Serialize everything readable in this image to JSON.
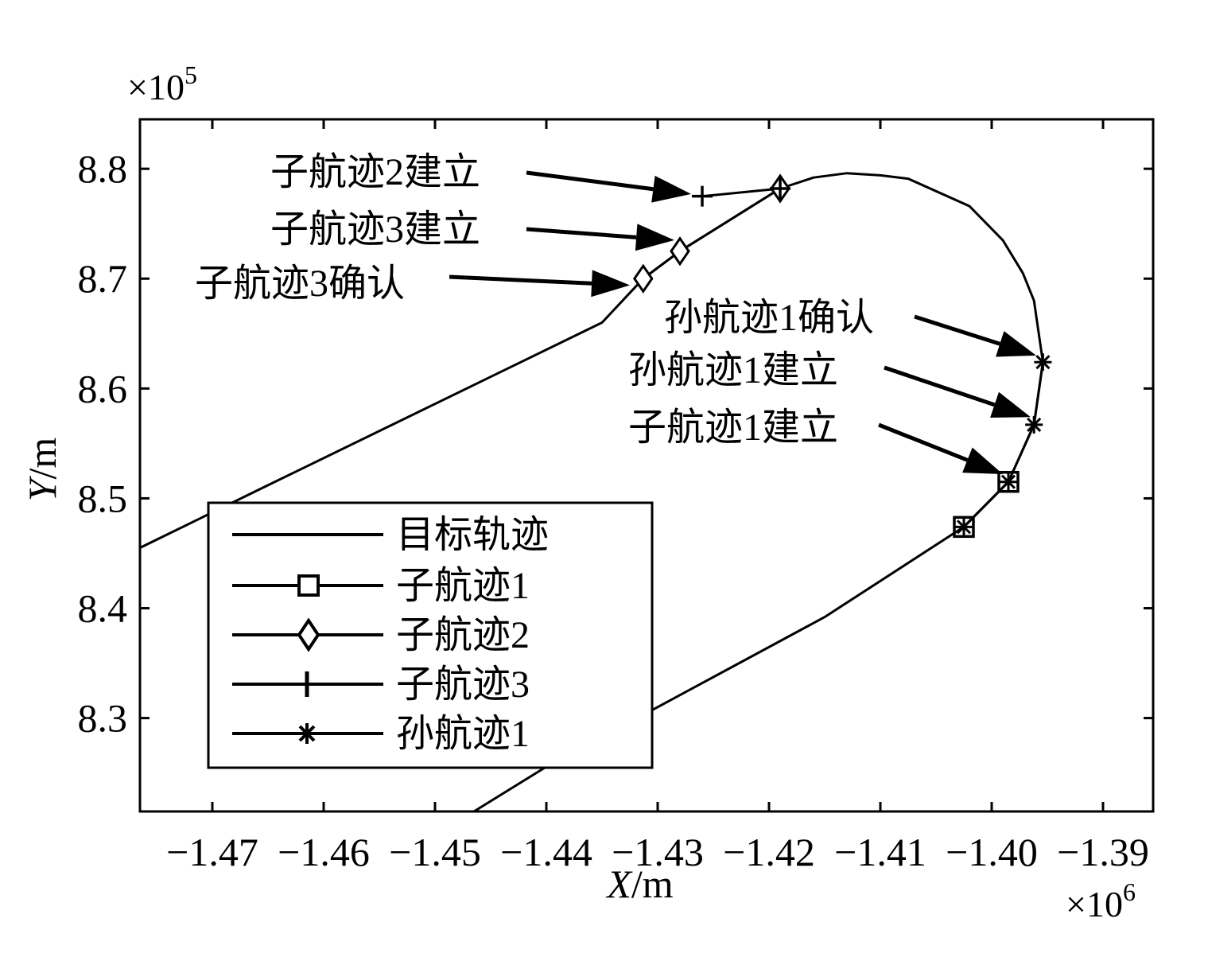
{
  "chart_data": {
    "type": "line",
    "x_multiplier": "×10",
    "x_multiplier_exp": "6",
    "y_multiplier": "×10",
    "y_multiplier_exp": "5",
    "xlabel": "X",
    "xlabel_unit": "/m",
    "ylabel": "Y",
    "ylabel_unit": "/m",
    "xlim": [
      -1.4765,
      -1.3855
    ],
    "ylim": [
      8.215,
      8.845
    ],
    "xticks": [
      -1.47,
      -1.46,
      -1.45,
      -1.44,
      -1.43,
      -1.42,
      -1.41,
      -1.4,
      -1.39
    ],
    "xtick_labels": [
      "−1.47",
      "−1.46",
      "−1.45",
      "−1.44",
      "−1.43",
      "−1.42",
      "−1.41",
      "−1.40",
      "−1.39"
    ],
    "yticks": [
      8.3,
      8.4,
      8.5,
      8.6,
      8.7,
      8.8
    ],
    "ytick_labels": [
      "8.3",
      "8.4",
      "8.5",
      "8.6",
      "8.7",
      "8.8"
    ],
    "grid": false,
    "legend_position": "bottom-left",
    "series": [
      {
        "name": "目标轨迹",
        "marker": "none",
        "points": [
          [
            -1.4765,
            8.455
          ],
          [
            -1.465,
            8.512
          ],
          [
            -1.45,
            8.586
          ],
          [
            -1.435,
            8.66
          ],
          [
            -1.4313,
            8.7
          ],
          [
            -1.428,
            8.725
          ],
          [
            -1.419,
            8.782
          ],
          [
            -1.416,
            8.792
          ],
          [
            -1.413,
            8.796
          ],
          [
            -1.41,
            8.794
          ],
          [
            -1.4075,
            8.791
          ],
          [
            -1.402,
            8.766
          ],
          [
            -1.399,
            8.735
          ],
          [
            -1.3972,
            8.705
          ],
          [
            -1.3962,
            8.68
          ],
          [
            -1.3957,
            8.645
          ],
          [
            -1.3954,
            8.624
          ],
          [
            -1.3962,
            8.567
          ],
          [
            -1.3985,
            8.515
          ],
          [
            -1.4025,
            8.474
          ],
          [
            -1.415,
            8.392
          ],
          [
            -1.43,
            8.31
          ],
          [
            -1.439,
            8.262
          ],
          [
            -1.4465,
            8.215
          ]
        ]
      },
      {
        "name": "子航迹1",
        "marker": "square",
        "points": [
          [
            -1.4025,
            8.474
          ],
          [
            -1.3985,
            8.515
          ]
        ]
      },
      {
        "name": "子航迹2",
        "marker": "diamond",
        "points": [
          [
            -1.4313,
            8.7
          ],
          [
            -1.428,
            8.725
          ],
          [
            -1.419,
            8.782
          ]
        ]
      },
      {
        "name": "子航迹3",
        "marker": "plus",
        "points": [
          [
            -1.426,
            8.775
          ],
          [
            -1.419,
            8.782
          ]
        ]
      },
      {
        "name": "孙航迹1",
        "marker": "star",
        "points": [
          [
            -1.4025,
            8.474
          ],
          [
            -1.3985,
            8.515
          ],
          [
            -1.3962,
            8.567
          ],
          [
            -1.3954,
            8.624
          ]
        ]
      }
    ],
    "annotations": [
      {
        "text": "子航迹2建立",
        "point_to": [
          -1.427,
          8.777
        ]
      },
      {
        "text": "子航迹3建立",
        "point_to": [
          -1.4285,
          8.735
        ]
      },
      {
        "text": "子航迹3确认",
        "point_to": [
          -1.4325,
          8.694
        ]
      },
      {
        "text": "孙航迹1确认",
        "point_to": [
          -1.396,
          8.63
        ]
      },
      {
        "text": "孙航迹1建立",
        "point_to": [
          -1.3965,
          8.574
        ]
      },
      {
        "text": "子航迹1建立",
        "point_to": [
          -1.399,
          8.522
        ]
      }
    ]
  }
}
